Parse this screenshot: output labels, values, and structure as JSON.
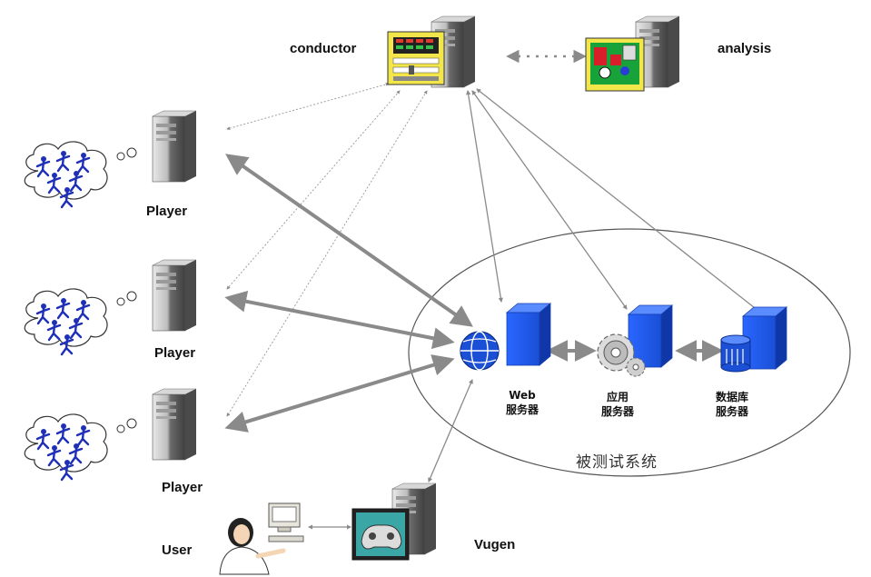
{
  "nodes": {
    "conductor": "conductor",
    "analysis": "analysis",
    "player_1": "Player",
    "player_2": "Player",
    "player_3": "Player",
    "user": "User",
    "vugen": "Vugen",
    "web_server_line1": "Web",
    "web_server_line2": "服务器",
    "app_server_line1": "应用",
    "app_server_line2": "服务器",
    "db_server_line1": "数据库",
    "db_server_line2": "服务器",
    "system_under_test": "被测试系统"
  },
  "colors": {
    "server_blue": "#1a4fd6",
    "player_blue": "#1e2fb8",
    "arrow_gray": "#8a8a8a",
    "tower_gray": "#6f6f6f"
  },
  "icons": [
    "server-tower-icon",
    "virtual-user-cloud-icon",
    "web-globe-icon",
    "gear-icon",
    "database-icon",
    "person-at-computer-icon",
    "controller-icon"
  ]
}
